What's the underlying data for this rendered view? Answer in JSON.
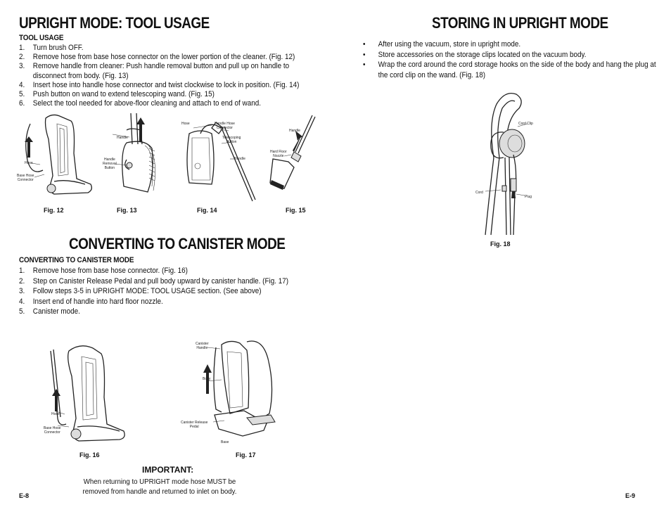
{
  "left": {
    "upright_title": "UPRIGHT MODE: TOOL USAGE",
    "tool_usage_heading": "TOOL USAGE",
    "tool_steps": [
      {
        "num": "1.",
        "text": "Turn brush OFF."
      },
      {
        "num": "2.",
        "text": "Remove hose from base hose connector on the lower portion of the cleaner. (Fig. 12)"
      },
      {
        "num": "3.",
        "text": "Remove handle from cleaner: Push handle removal button and pull up on handle to disconnect from body. (Fig. 13)"
      },
      {
        "num": "4.",
        "text": "Insert hose into handle hose connector and twist clockwise to lock in position. (Fig. 14)"
      },
      {
        "num": "5.",
        "text": "Push button on wand to extend telescoping wand. (Fig. 15)"
      },
      {
        "num": "6.",
        "text": "Select the tool needed for above-floor cleaning and attach to end of wand."
      }
    ],
    "fig12": {
      "caption": "Fig. 12",
      "hose": "Hose",
      "base_hose_connector": "Base Hose\nConnector"
    },
    "fig13": {
      "caption": "Fig. 13",
      "handle": "Handle",
      "handle_removal_button": "Handle\nRemoval\nButton"
    },
    "fig14": {
      "caption": "Fig. 14",
      "hose": "Hose",
      "handle_hose_connector": "Handle Hose\nConnector",
      "telescoping_button": "Telescoping\nButton",
      "handle": "Handle"
    },
    "fig15": {
      "caption": "Fig. 15",
      "handle": "Handle",
      "hard_floor_nozzle": "Hard Floor\nNozzle"
    },
    "canister_title": "CONVERTING TO CANISTER MODE",
    "canister_heading": "CONVERTING TO CANISTER MODE",
    "canister_steps": [
      {
        "num": "1.",
        "text": "Remove hose from base hose connector. (Fig. 16)"
      },
      {
        "num": "2.",
        "text": "Step on Canister Release Pedal and pull body upward by canister handle. (Fig. 17)"
      },
      {
        "num": "3.",
        "text": "Follow steps 3-5 in UPRIGHT MODE: TOOL USAGE section. (See above)"
      },
      {
        "num": "4.",
        "text": "Insert end of handle into hard floor nozzle."
      },
      {
        "num": "5.",
        "text": "Canister mode."
      }
    ],
    "fig16": {
      "caption": "Fig. 16",
      "hose": "Hose",
      "base_hose_connector": "Base Hose\nConnector"
    },
    "fig17": {
      "caption": "Fig. 17",
      "canister_handle": "Canister\nHandle",
      "body": "Body",
      "canister_release_pedal": "Canister Release\nPedal",
      "base": "Base"
    },
    "important_title": "IMPORTANT:",
    "important_text": "When returning to UPRIGHT mode hose MUST be removed from handle and returned to inlet on body.",
    "page_number": "E-8"
  },
  "right": {
    "storing_title": "STORING IN UPRIGHT MODE",
    "bullets": [
      "After using the vacuum, store in upright mode.",
      "Store accessories on the storage clips located on the vacuum body.",
      "Wrap the cord around the cord storage hooks on the side of the body and hang the plug at the cord clip on the wand. (Fig. 18)"
    ],
    "fig18": {
      "caption": "Fig. 18",
      "cord_clip": "Cord Clip",
      "cord": "Cord",
      "plug": "Plug"
    },
    "page_number": "E-9"
  }
}
